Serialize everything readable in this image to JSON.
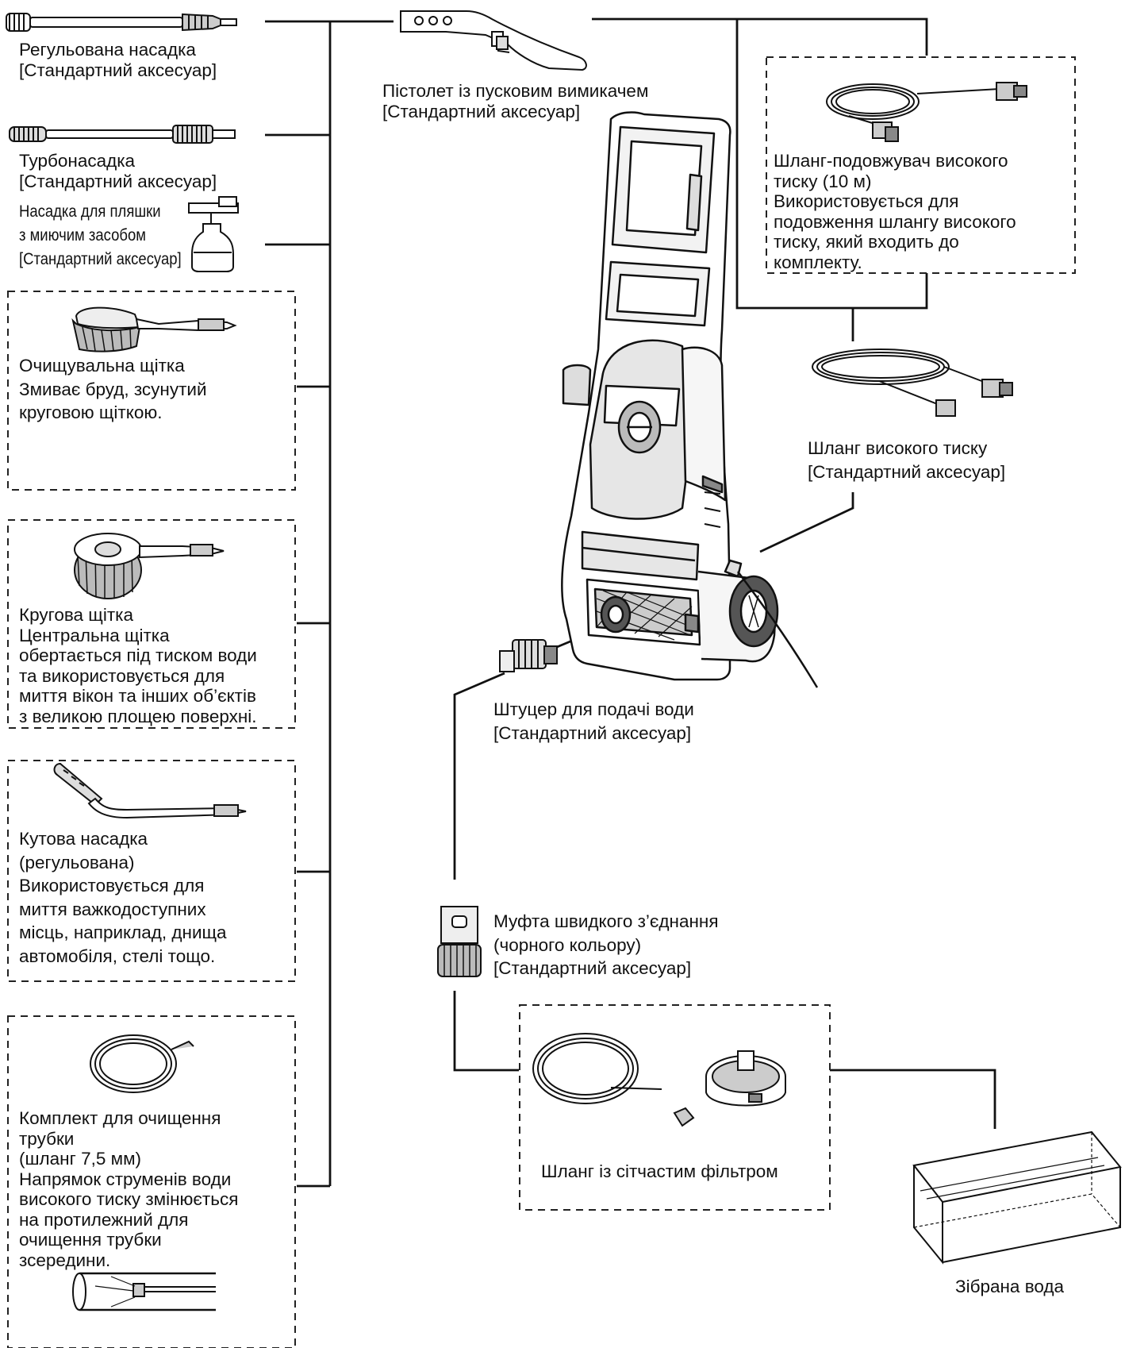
{
  "labels": {
    "adjustable_nozzle": {
      "name": "Регульована насадка",
      "note": "[Стандартний аксесуар]"
    },
    "turbo_nozzle": {
      "name": "Турбонасадка",
      "note": "[Стандартний аксесуар]"
    },
    "detergent_bottle": {
      "line1": "Насадка для пляшки",
      "line2": "з миючим засобом",
      "note": "[Стандартний аксесуар]"
    },
    "cleaning_brush": {
      "name": "Очищувальна щітка",
      "line1": "Змиває бруд, зсунутий",
      "line2": "круговою щіткою."
    },
    "rotary_brush": {
      "name": "Кругова щітка",
      "line1": "Центральна щітка",
      "line2": "обертається під тиском води",
      "line3": "та використовується для",
      "line4": "миття вікон та інших об’єктів",
      "line5": "з великою площею поверхні."
    },
    "angle_nozzle": {
      "name": "Кутова насадка",
      "line1": "(регульована)",
      "line2": "Використовується для",
      "line3": "миття важкодоступних",
      "line4": "місць, наприклад, днища",
      "line5": "автомобіля, стелі тощо."
    },
    "pipe_kit": {
      "name": "Комплект для очищення",
      "line1": "трубки",
      "line2": "(шланг 7,5 мм)",
      "line3": "Напрямок струменів води",
      "line4": "високого тиску змінюється",
      "line5": "на протилежний для",
      "line6": "очищення трубки",
      "line7": "зсередини."
    },
    "trigger_gun": {
      "name": "Пістолет із пусковим вимикачем",
      "note": "[Стандартний аксесуар]"
    },
    "extension_hose": {
      "line1": "Шланг-подовжувач високого",
      "line2": "тиску (10 м)",
      "line3": "Використовується для",
      "line4": "подовження шлангу високого",
      "line5": "тиску, який входить до",
      "line6": "комплекту."
    },
    "hp_hose": {
      "name": "Шланг високого тиску",
      "note": "[Стандартний аксесуар]"
    },
    "water_inlet": {
      "name": "Штуцер для подачі води",
      "note": "[Стандартний аксесуар]"
    },
    "quick_coupler": {
      "name": "Муфта швидкого з’єднання",
      "line1": "(чорного кольору)",
      "note": "[Стандартний аксесуар]"
    },
    "strainer_hose": {
      "name": "Шланг із сітчастим фільтром"
    },
    "collected_water": {
      "name": "Зібрана вода"
    }
  },
  "colors": {
    "line": "#111111",
    "fill": "#ffffff",
    "shade": "#d8d8d8",
    "dark": "#444444"
  }
}
